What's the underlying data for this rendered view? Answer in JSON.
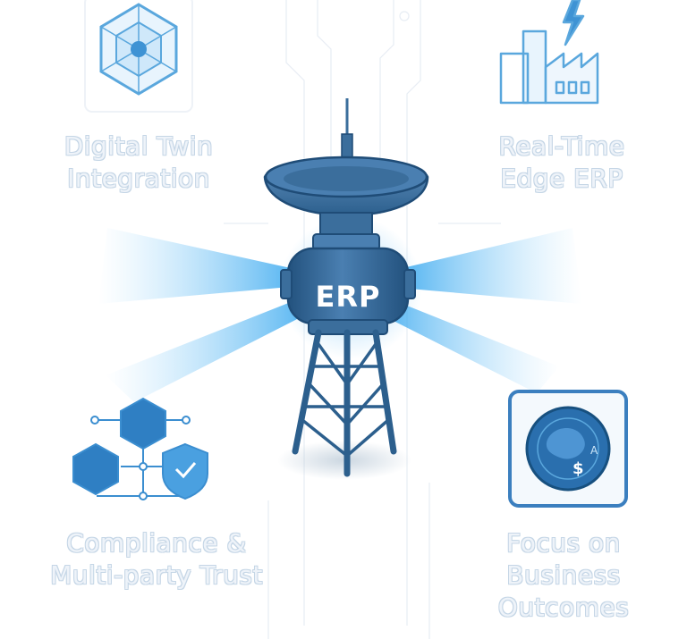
{
  "center": {
    "label": "ERP"
  },
  "features": [
    {
      "id": "digital-twin",
      "lines": [
        "Digital Twin",
        "Integration"
      ],
      "icon": "digital-twin-cube-icon"
    },
    {
      "id": "edge-erp",
      "lines": [
        "Real-Time",
        "Edge ERP"
      ],
      "icon": "factory-lightning-icon"
    },
    {
      "id": "compliance",
      "lines": [
        "Compliance &",
        "Multi-party Trust"
      ],
      "icon": "blockchain-shield-icon"
    },
    {
      "id": "focus",
      "lines": [
        "Focus on",
        "Business",
        "Outcomes"
      ],
      "icon": "business-outcome-icon"
    }
  ],
  "colors": {
    "tower": "#3b6e9c",
    "tower_dark": "#23527e",
    "tower_light": "#5f8fbd",
    "beam": "#4db4f0",
    "icon_stroke": "#5aa7dd",
    "label_fill": "#eef3f9",
    "label_outline": "#c5d6e6"
  }
}
